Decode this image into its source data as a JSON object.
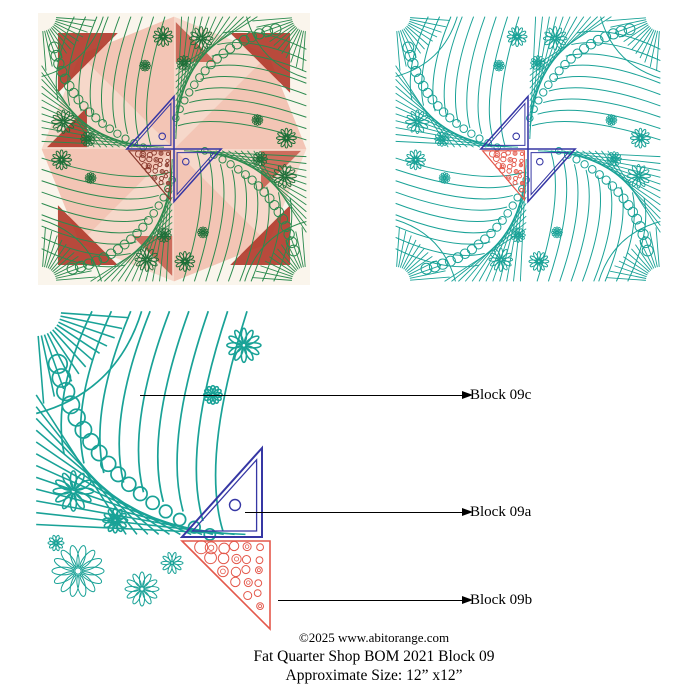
{
  "figure": {
    "annotations": [
      {
        "label": "Block 09c"
      },
      {
        "label": "Block 09a"
      },
      {
        "label": "Block 09b"
      }
    ]
  },
  "footer": {
    "copyright": "©2025 www.abitorange.com",
    "title": "Fat Quarter Shop BOM 2021 Block 09",
    "size": "Approximate Size: 12” x12”"
  },
  "colors": {
    "stitch_green": "#2b8a4e",
    "stitch_green_dark": "#1e6f38",
    "stitch_teal": "#19a297",
    "triangle_blue": "#3637a4",
    "pebble_coral": "#e4584b",
    "pebble_maroon": "#8a3a2e",
    "fabric_salmon": "#efa893",
    "fabric_red": "#b23b2c",
    "fabric_cream": "#faf5ec",
    "arrow_black": "#000000"
  }
}
